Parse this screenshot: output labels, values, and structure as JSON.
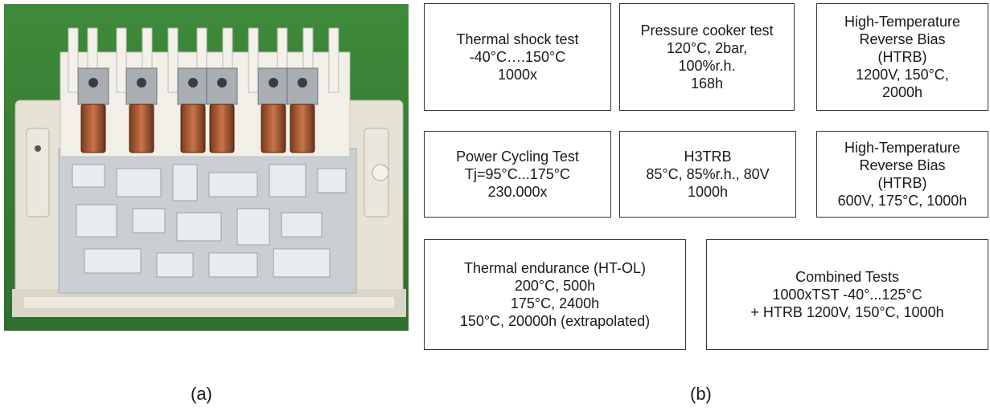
{
  "panel_labels": {
    "a": "(a)",
    "b": "(b)"
  },
  "tests": [
    {
      "lines": [
        "Thermal shock test",
        "-40°C….150°C",
        "1000x"
      ]
    },
    {
      "lines": [
        "Pressure cooker test",
        "120°C, 2bar,",
        "100%r.h.",
        "168h"
      ]
    },
    {
      "lines": [
        "High-Temperature",
        "Reverse Bias",
        "(HTRB)",
        "1200V, 150°C,",
        "2000h"
      ]
    },
    {
      "lines": [
        "Power Cycling Test",
        "Tj=95°C...175°C",
        "230.000x"
      ]
    },
    {
      "lines": [
        "H3TRB",
        "85°C, 85%r.h., 80V",
        "1000h"
      ]
    },
    {
      "lines": [
        "High-Temperature",
        "Reverse Bias",
        "(HTRB)",
        "600V, 175°C, 1000h"
      ]
    },
    {
      "lines": [
        "Thermal endurance (HT-OL)",
        "200°C, 500h",
        "175°C, 2400h",
        "150°C, 20000h (extrapolated)"
      ]
    },
    {
      "lines": [
        "Combined Tests",
        "1000xTST -40°...125°C",
        "+ HTRB 1200V, 150°C, 1000h"
      ]
    }
  ],
  "colors": {
    "box_border": "#333333",
    "background": "#ffffff"
  }
}
